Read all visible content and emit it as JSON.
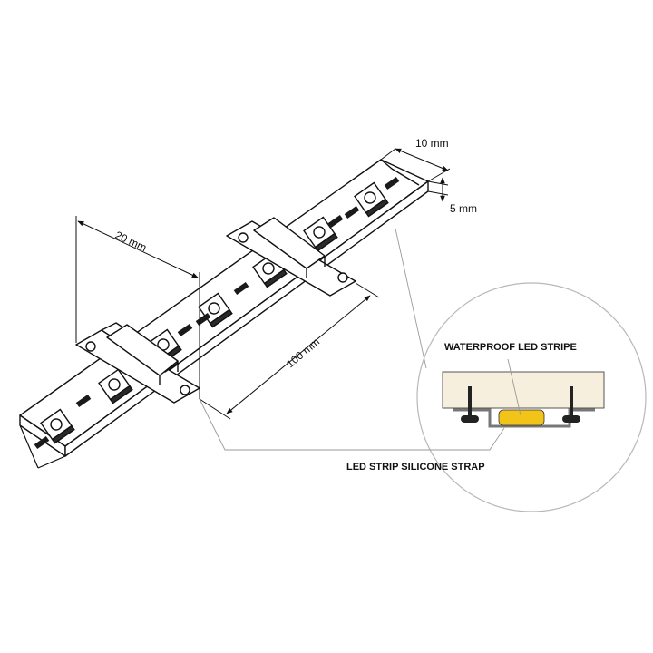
{
  "dimensions": {
    "width": "10 mm",
    "height": "5 mm",
    "clip_spacing_small": "20 mm",
    "clip_spacing_large": "100 mm"
  },
  "callouts": {
    "stripe": "WATERPROOF  LED STRIPE",
    "strap": "LED STRIP SILICONE STRAP"
  },
  "colors": {
    "line": "#111111",
    "strip_fill": "#ffffff",
    "chip_dark": "#1a1a1a",
    "led_glow": "#f2c318",
    "profile_fill": "#f6efde",
    "leader": "#9a9a9a"
  }
}
